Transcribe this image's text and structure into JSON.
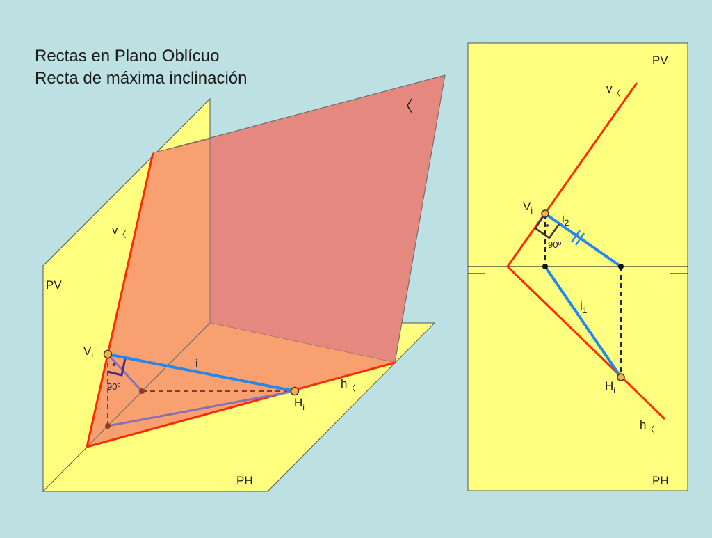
{
  "title": {
    "line1": "Rectas en Plano Oblícuo",
    "line2": "Recta de máxima inclinación"
  },
  "left_view": {
    "plane_symbol": "〈",
    "pv_label": "PV",
    "ph_label": "PH",
    "v_trace": {
      "base": "v",
      "sub": "〈"
    },
    "h_trace": {
      "base": "h",
      "sub": "〈"
    },
    "point_v": {
      "base": "V",
      "sub": "i"
    },
    "point_h": {
      "base": "H",
      "sub": "i"
    },
    "line_label": "i",
    "angle_label": "90º"
  },
  "right_view": {
    "pv_label": "PV",
    "ph_label": "PH",
    "v_trace": {
      "base": "v",
      "sub": "〈"
    },
    "h_trace": {
      "base": "h",
      "sub": "〈"
    },
    "point_v": {
      "base": "V",
      "sub": "i"
    },
    "point_h": {
      "base": "H",
      "sub": "i"
    },
    "proj_2": {
      "base": "i",
      "sub": "2"
    },
    "proj_1": {
      "base": "i",
      "sub": "1"
    },
    "angle_label": "90º"
  },
  "colors": {
    "background": "#bde0e3",
    "plane_yellow": "#ffff80",
    "oblique_plane": "#e58880",
    "oblique_plane_lower": "#f8a070",
    "trace_red": "#ff2a00",
    "line_blue": "#2288ee",
    "line_purple": "#8870b0",
    "dash_brown": "#8b3a2a",
    "point_orange": "#f8b040"
  }
}
